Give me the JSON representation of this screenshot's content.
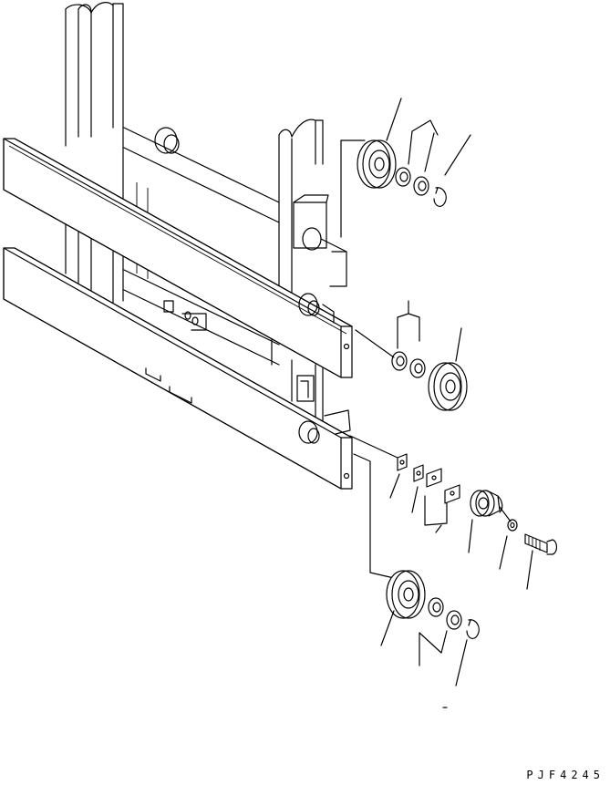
{
  "drawing": {
    "code": "PJF4245",
    "line_color": "#000000",
    "background": "#ffffff"
  },
  "parts": [
    {
      "id": "upper-roller"
    },
    {
      "id": "upper-shim-1"
    },
    {
      "id": "upper-shim-2"
    },
    {
      "id": "upper-snap-ring"
    },
    {
      "id": "middle-shim-1"
    },
    {
      "id": "middle-shim-2"
    },
    {
      "id": "middle-roller"
    },
    {
      "id": "plate-shim-1"
    },
    {
      "id": "plate-shim-2"
    },
    {
      "id": "plate-shim-3"
    },
    {
      "id": "side-roller"
    },
    {
      "id": "washer"
    },
    {
      "id": "bolt"
    },
    {
      "id": "lower-roller"
    },
    {
      "id": "lower-shim-1"
    },
    {
      "id": "lower-shim-2"
    },
    {
      "id": "lower-snap-ring"
    }
  ]
}
